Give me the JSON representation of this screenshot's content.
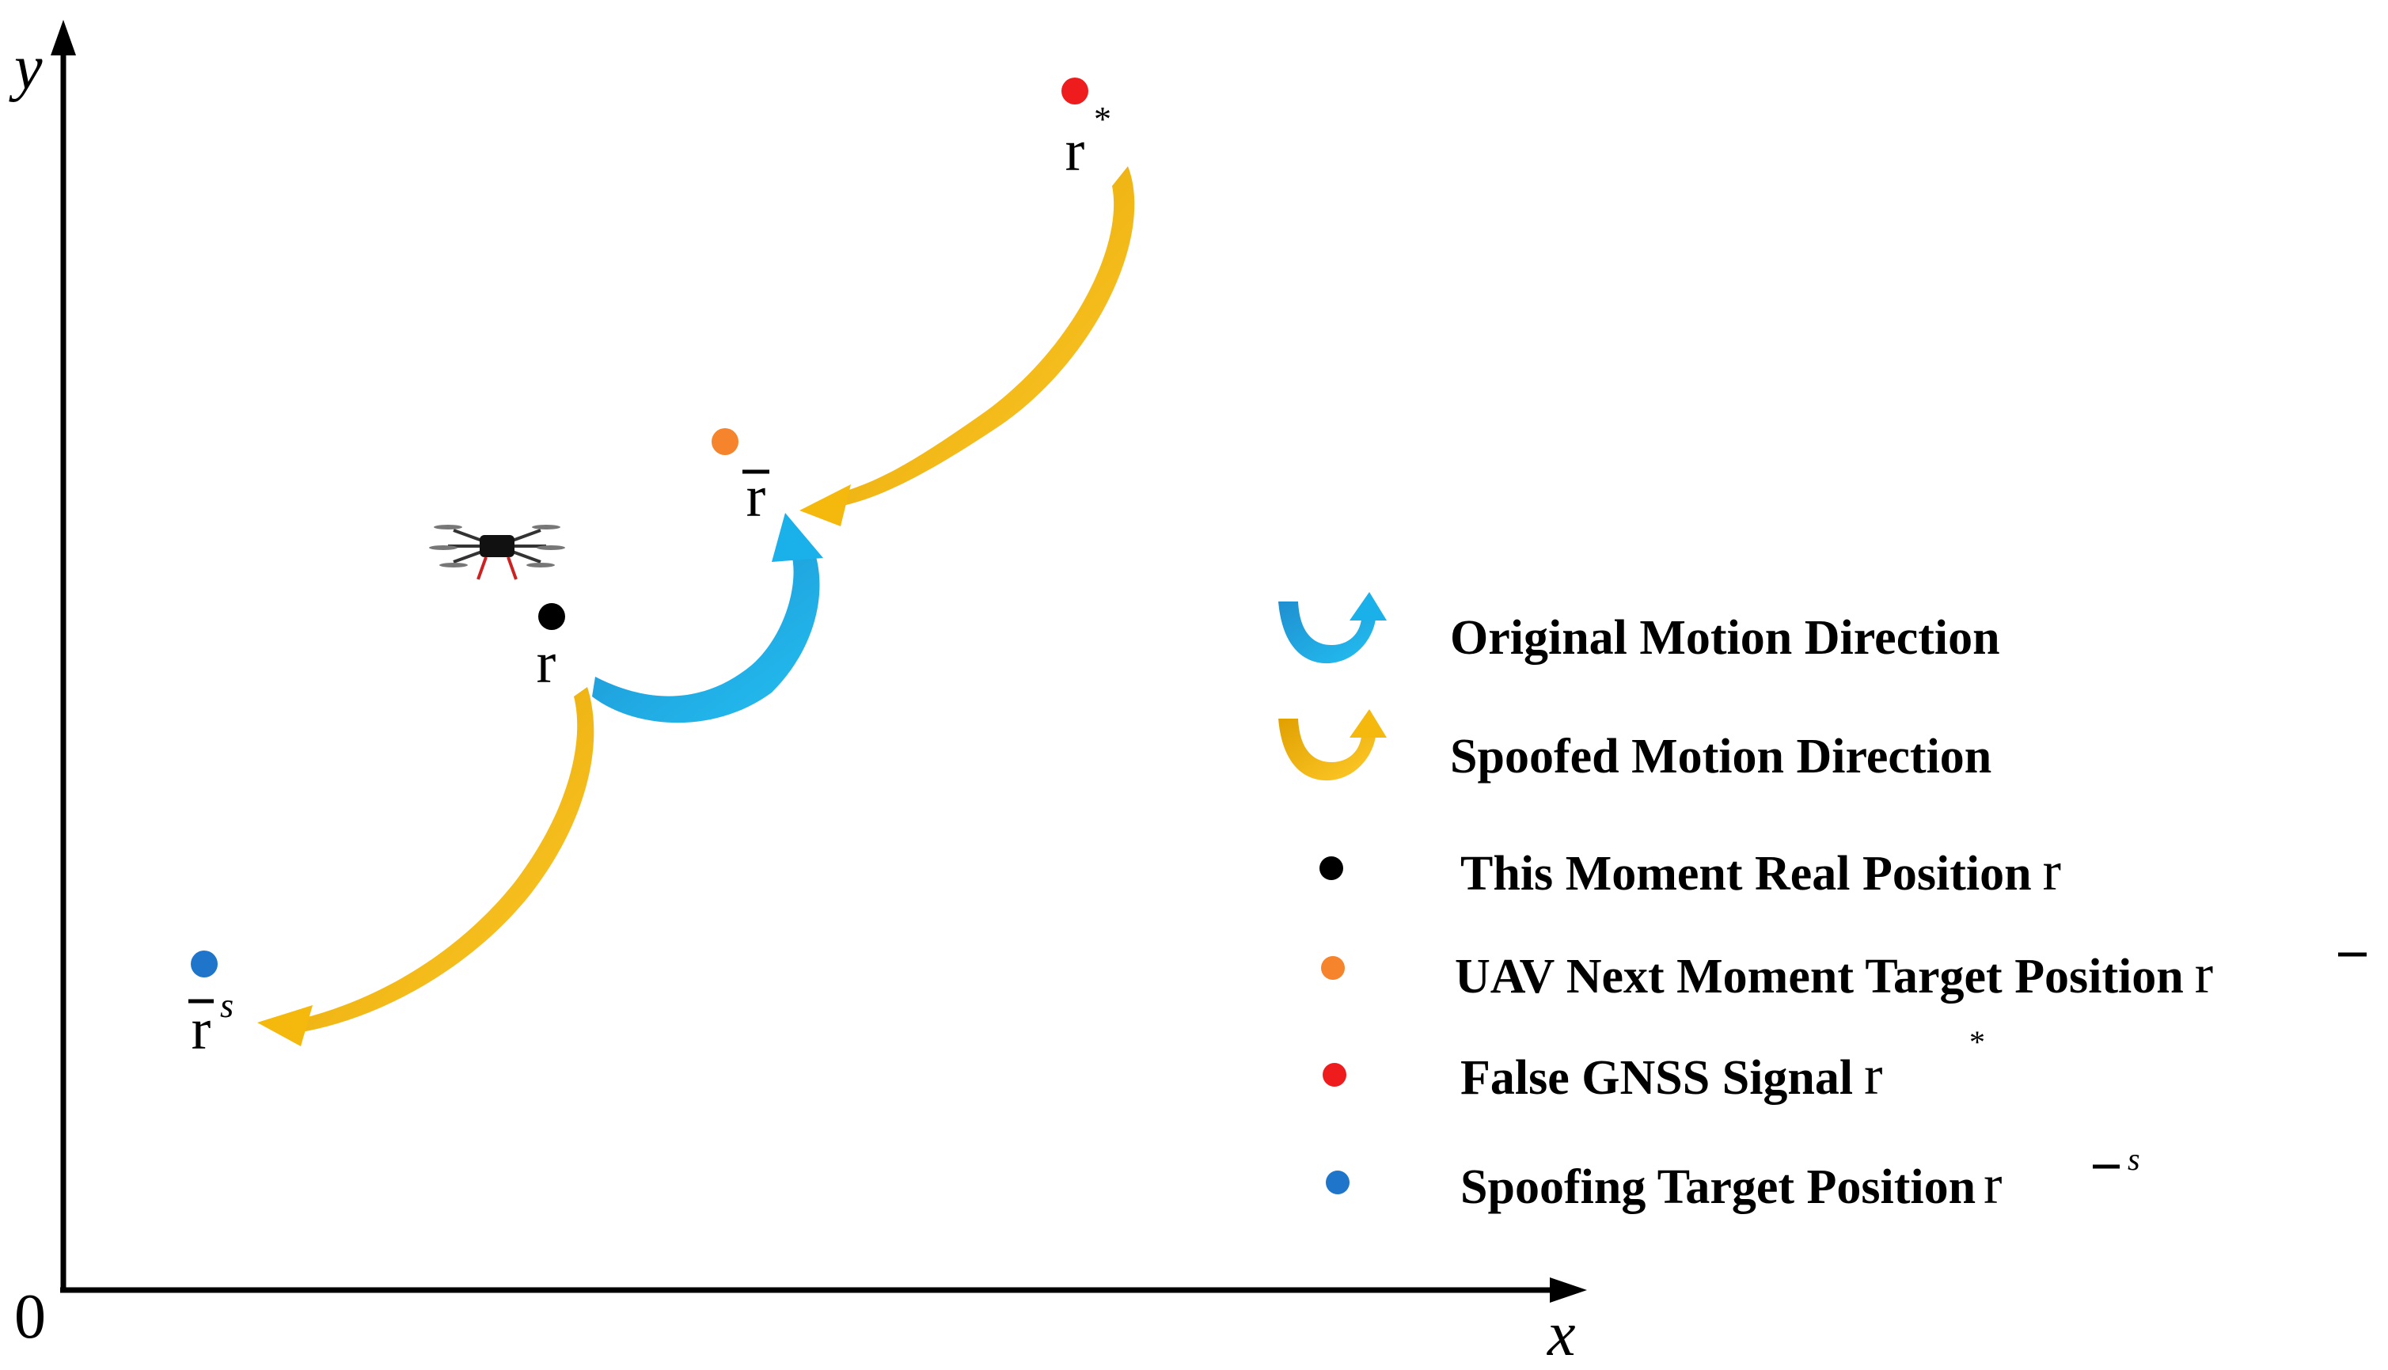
{
  "axes": {
    "x_label": "x",
    "y_label": "y",
    "origin_label": "0"
  },
  "points": {
    "real": {
      "label": "r",
      "color": "#000000"
    },
    "target": {
      "label": "r",
      "color": "#f5842d"
    },
    "false_signal": {
      "label": "r",
      "sup": "*",
      "color": "#ee1c1c"
    },
    "spoof_target": {
      "label": "r",
      "sup": "s",
      "color": "#1f75c9"
    }
  },
  "colors": {
    "original_arrow": "#1ab0ea",
    "spoofed_arrow": "#f5b90d",
    "axis": "#000000"
  },
  "legend": {
    "original": "Original Motion Direction",
    "spoofed": "Spoofed Motion Direction",
    "real": "This Moment Real Position",
    "real_sym": "r",
    "target": "UAV Next Moment Target Position",
    "target_sym": "r",
    "false": "False GNSS Signal",
    "false_sym": "r",
    "false_sup": "*",
    "spoof": "Spoofing Target Position",
    "spoof_sym": "r",
    "spoof_sup": "s"
  }
}
